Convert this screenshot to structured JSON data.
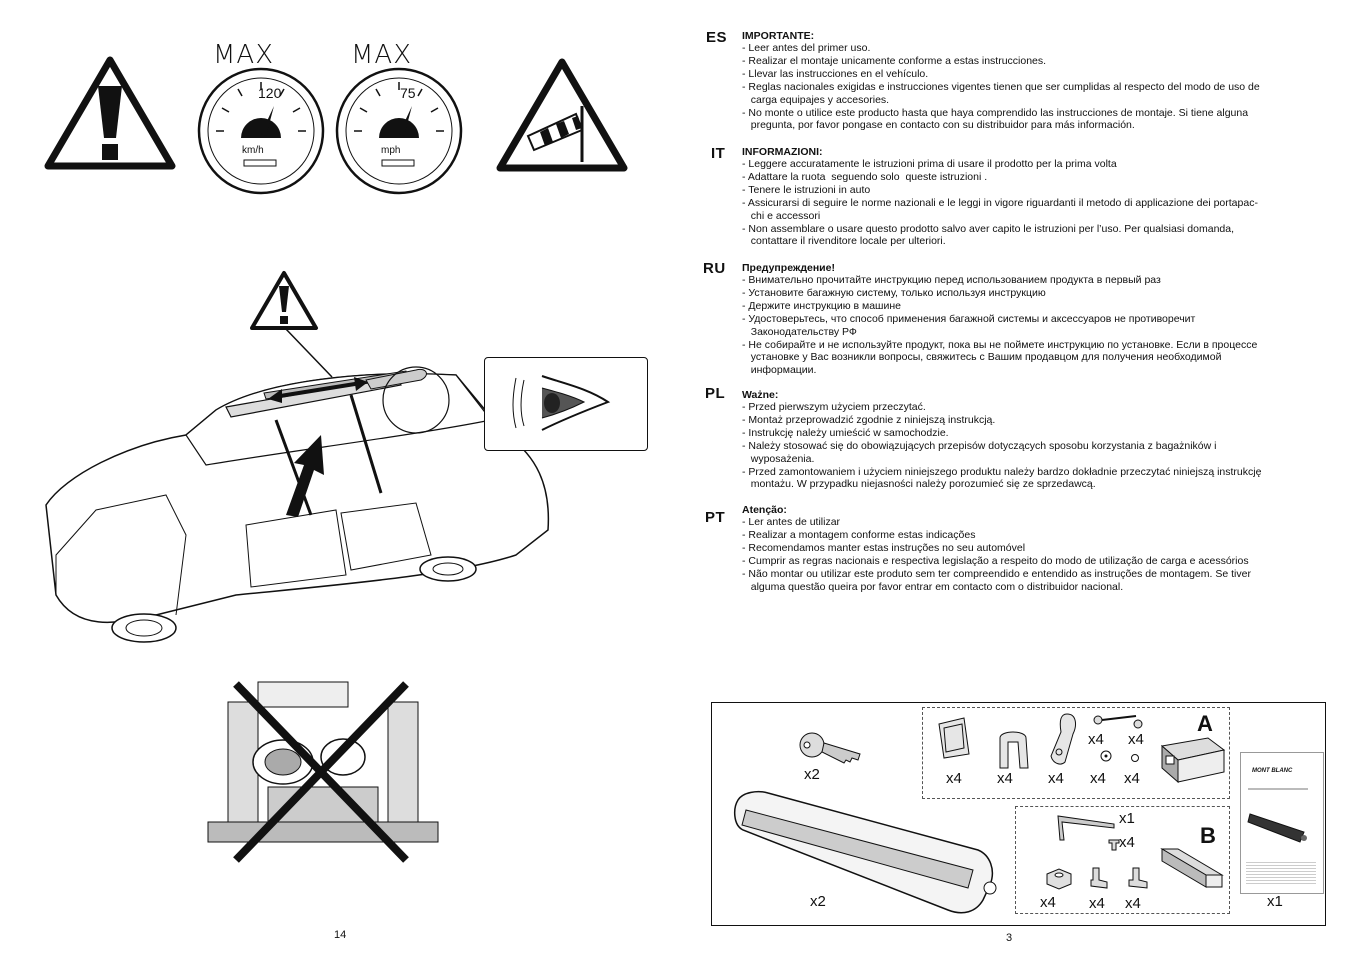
{
  "left_page": {
    "speed_limits": [
      {
        "label": "MAX",
        "value": "120",
        "unit": "km/h"
      },
      {
        "label": "MAX",
        "value": "75",
        "unit": "mph"
      }
    ],
    "page_number": "14"
  },
  "right_page": {
    "sections": [
      {
        "code": "ES",
        "title": "IMPORTANTE:",
        "lines": [
          "- Leer antes del primer uso.",
          "- Realizar el montaje unicamente conforme a estas instrucciones.",
          "- Llevar las instrucciones en el vehículo.",
          "- Reglas nacionales exigidas e instrucciones vigentes tienen que ser cumplidas al respecto del modo de uso de",
          "   carga equipajes y accesories.",
          "- No monte o utilice este producto hasta que haya comprendido las instrucciones de montaje. Si tiene alguna",
          "   pregunta, por favor pongase en contacto con su distribuidor para más información."
        ]
      },
      {
        "code": "IT",
        "title": "INFORMAZIONI:",
        "lines": [
          "- Leggere accuratamente le istruzioni prima di usare il prodotto per la prima volta",
          "- Adattare la ruota  seguendo solo  queste istruzioni .",
          "- Tenere le istruzioni in auto",
          "- Assicurarsi di seguire le norme nazionali e le leggi in vigore riguardanti il metodo di applicazione dei portapac-",
          "   chi e accessori",
          "- Non assemblare o usare questo prodotto salvo aver capito le istruzioni per l’uso. Per qualsiasi domanda,",
          "   contattare il rivenditore locale per ulteriori."
        ]
      },
      {
        "code": "RU",
        "title": "Предупреждение!",
        "lines": [
          "- Внимательно прочитайте инструкцию перед использованием продукта в первый раз",
          "- Установите багажную систему, только используя инструкцию",
          "- Держите инструкцию в машине",
          "- Удостоверьтесь, что способ применения багажной системы и аксессуаров не противоречит",
          "   Законодательству РФ",
          "- Не собирайте и не используйте продукт, пока вы не поймете инструкцию по установке. Если в процессе",
          "   установке у Вас возникли вопросы, свяжитесь с Вашим продавцом для получения необходимой",
          "   информации."
        ]
      },
      {
        "code": "PL",
        "title": "Ważne:",
        "lines": [
          "- Przed pierwszym użyciem przeczytać.",
          "- Montaż przeprowadzić zgodnie z niniejszą instrukcją.",
          "- Instrukcję należy umieścić w samochodzie.",
          "- Należy stosować się do obowiązujących przepisów dotyczących sposobu korzystania z bagażników i",
          "   wyposażenia.",
          "- Przed zamontowaniem i użyciem niniejszego produktu należy bardzo dokładnie przeczytać niniejszą instrukcję",
          "   montażu. W przypadku niejasności należy porozumieć się ze sprzedawcą."
        ]
      },
      {
        "code": "PT",
        "title": "Atenção:",
        "lines": [
          "- Ler antes de utilizar",
          "- Realizar a montagem conforme estas indicações",
          "- Recomendamos manter estas instruções no seu automóvel",
          "- Cumprir as regras nacionais e respectiva legislação a respeito do modo de utilização de carga e acessórios",
          "- Não montar ou utilizar este produto sem ter compreendido e entendido as instruções de montagem. Se tiver",
          "   alguma questão queira por favor entrar em contacto com o distribuidor nacional."
        ]
      }
    ],
    "parts": {
      "key_qty": "x2",
      "carrier_qty": "x2",
      "kit_a": {
        "letter": "A",
        "qtys": [
          "x4",
          "x4",
          "x4",
          "x4",
          "x4",
          "x4",
          "x4"
        ]
      },
      "kit_b": {
        "letter": "B",
        "qtys": [
          "x1",
          "x4",
          "x4",
          "x4",
          "x4"
        ]
      },
      "manual": {
        "brand": "MONT BLANC",
        "qty": "x1"
      }
    },
    "page_number": "3"
  }
}
